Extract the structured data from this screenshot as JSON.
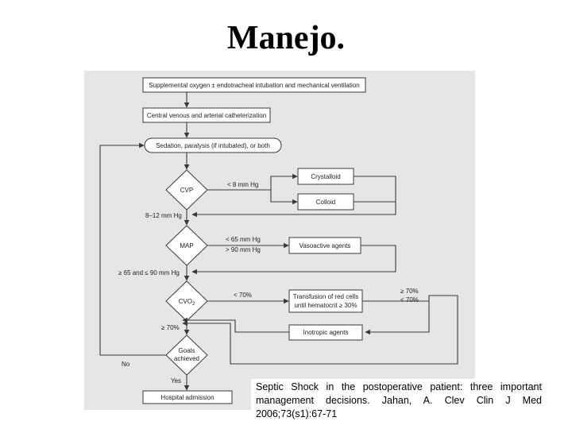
{
  "title": "Manejo.",
  "flow": {
    "oxygen": "Supplemental oxygen ± endotracheal intubation and mechanical ventilation",
    "catheter": "Central venous and arterial catheterization",
    "sedation": "Sedation, paralysis (if intubated), or both",
    "cvp": "CVP",
    "cvp_low": "< 8 mm Hg",
    "crystalloid": "Crystalloid",
    "colloid": "Colloid",
    "cvp_ok": "8–12 mm Hg",
    "map": "MAP",
    "map_low": "< 65 mm Hg",
    "map_high": "> 90 mm Hg",
    "vasoactive": "Vasoactive agents",
    "map_ok": "≥ 65 and ≤ 90 mm Hg",
    "cvo2": "CVO",
    "cvo2_sub": "2",
    "cvo2_low": "< 70%",
    "transfusion_1": "Transfusion of red cells",
    "transfusion_2": "until hematocrit ≥ 30%",
    "after_ge70": "≥ 70%",
    "after_lt70": "< 70%",
    "cvo2_ok": "≥ 70%",
    "inotropic": "Inotropic agents",
    "goals_1": "Goals",
    "goals_2": "achieved",
    "no": "No",
    "yes": "Yes",
    "hospital": "Hospital admission"
  },
  "citation": "Septic Shock in the postoperative patient: three important management decisions. Jahan, A. Clev Clin J Med 2006;73(s1):67-71"
}
